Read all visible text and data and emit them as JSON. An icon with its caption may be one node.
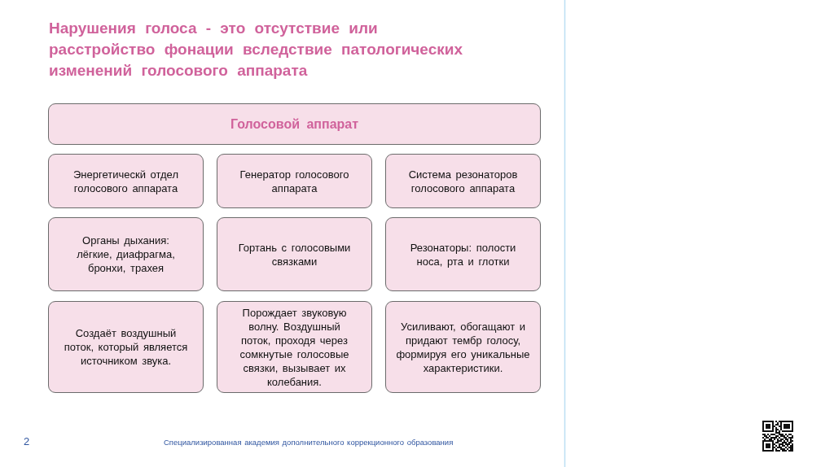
{
  "diagram": {
    "title": "Нарушения голоса - это отсутствие или расстройство фонации вследствие патологических изменений голосового аппарата",
    "nodes": [
      {
        "text": [
          "Голосовой аппарат"
        ]
      },
      {
        "text": [
          "Энергетическй отдел голосового аппарата"
        ]
      },
      {
        "text": [
          "Генератор голосового аппарата"
        ]
      },
      {
        "text": [
          "Система резонаторов голосового аппарата"
        ]
      },
      {
        "text": [
          "Органы дыхания: лёгкие, диафрагма, бронхи, трахея"
        ]
      },
      {
        "text": [
          "Гортань с голосовыми связками"
        ]
      },
      {
        "text": [
          "Резонаторы: полости носа, рта и глотки"
        ]
      },
      {
        "text": [
          "Создаёт воздушный поток, который является источником звука."
        ]
      },
      {
        "text": [
          "Порождает звуковую волну. Воздушный поток, проходя через сомкнутые голосовые связки, вызывает их колебания."
        ]
      },
      {
        "text": [
          "Усиливают, обогащают и придают тембр голосу, формируя его уникальные характеристики."
        ]
      }
    ],
    "labels": [
      "2",
      "Специализированная академия дополнительного коррекционного образования"
    ]
  }
}
